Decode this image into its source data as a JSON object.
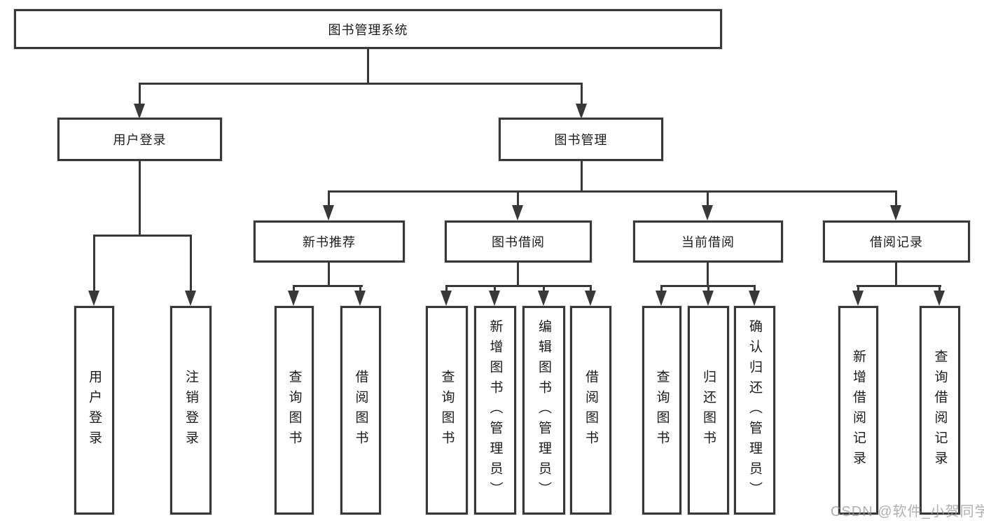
{
  "diagram": {
    "title_node": {
      "label": "图书管理系统"
    },
    "level2": [
      {
        "label": "用户登录"
      },
      {
        "label": "图书管理"
      }
    ],
    "level3": [
      {
        "label": "新书推荐"
      },
      {
        "label": "图书借阅"
      },
      {
        "label": "当前借阅"
      },
      {
        "label": "借阅记录"
      }
    ],
    "leaves": {
      "user_login": [
        "用户登录",
        "注销登录"
      ],
      "new_books": [
        "查询图书",
        "借阅图书"
      ],
      "book_borrow": [
        "查询图书",
        "新增图书（管理员）",
        "编辑图书（管理员）",
        "借阅图书"
      ],
      "current_borrow": [
        "查询图书",
        "归还图书",
        "确认归还（管理员）"
      ],
      "borrow_records": [
        "新增借阅记录",
        "查询借阅记录"
      ]
    },
    "colors": {
      "line": "#383838",
      "text": "#1c1c1c",
      "watermark": "#969696"
    },
    "watermark": "CSDN @软件_小贺同学"
  }
}
